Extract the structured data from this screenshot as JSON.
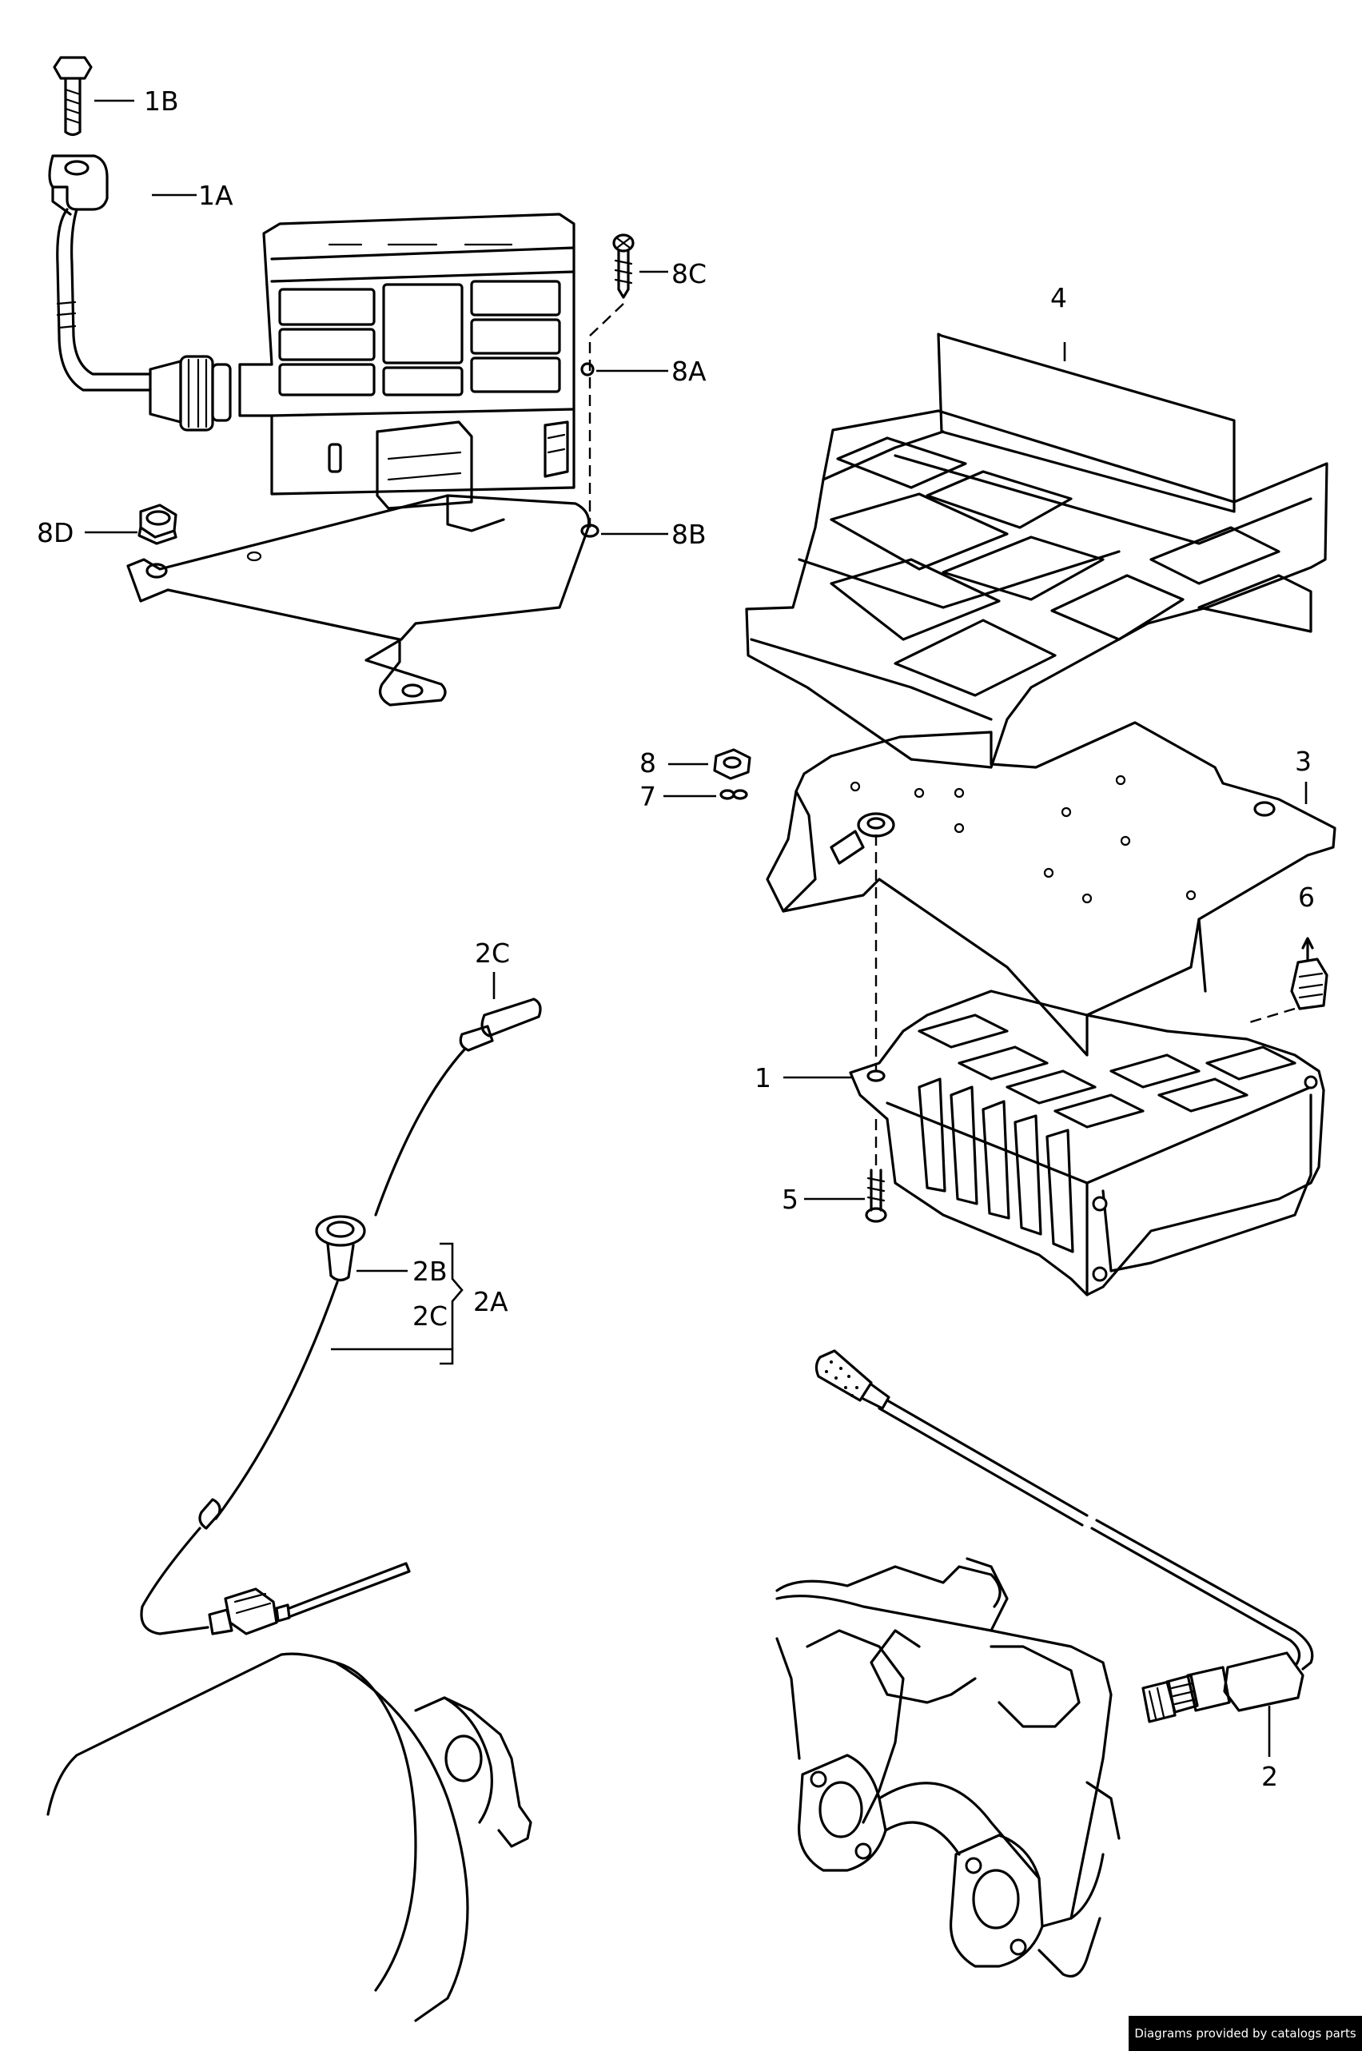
{
  "labels": {
    "l1B": "1B",
    "l1A": "1A",
    "l8C": "8C",
    "l8A": "8A",
    "l8D": "8D",
    "l8B": "8B",
    "l4": "4",
    "l3": "3",
    "l8": "8",
    "l7": "7",
    "l6": "6",
    "l1": "1",
    "l5": "5",
    "l2C_top": "2C",
    "l2B": "2B",
    "l2C_mid": "2C",
    "l2A": "2A",
    "l2": "2"
  },
  "credit": "Diagrams provided by catalogs parts"
}
